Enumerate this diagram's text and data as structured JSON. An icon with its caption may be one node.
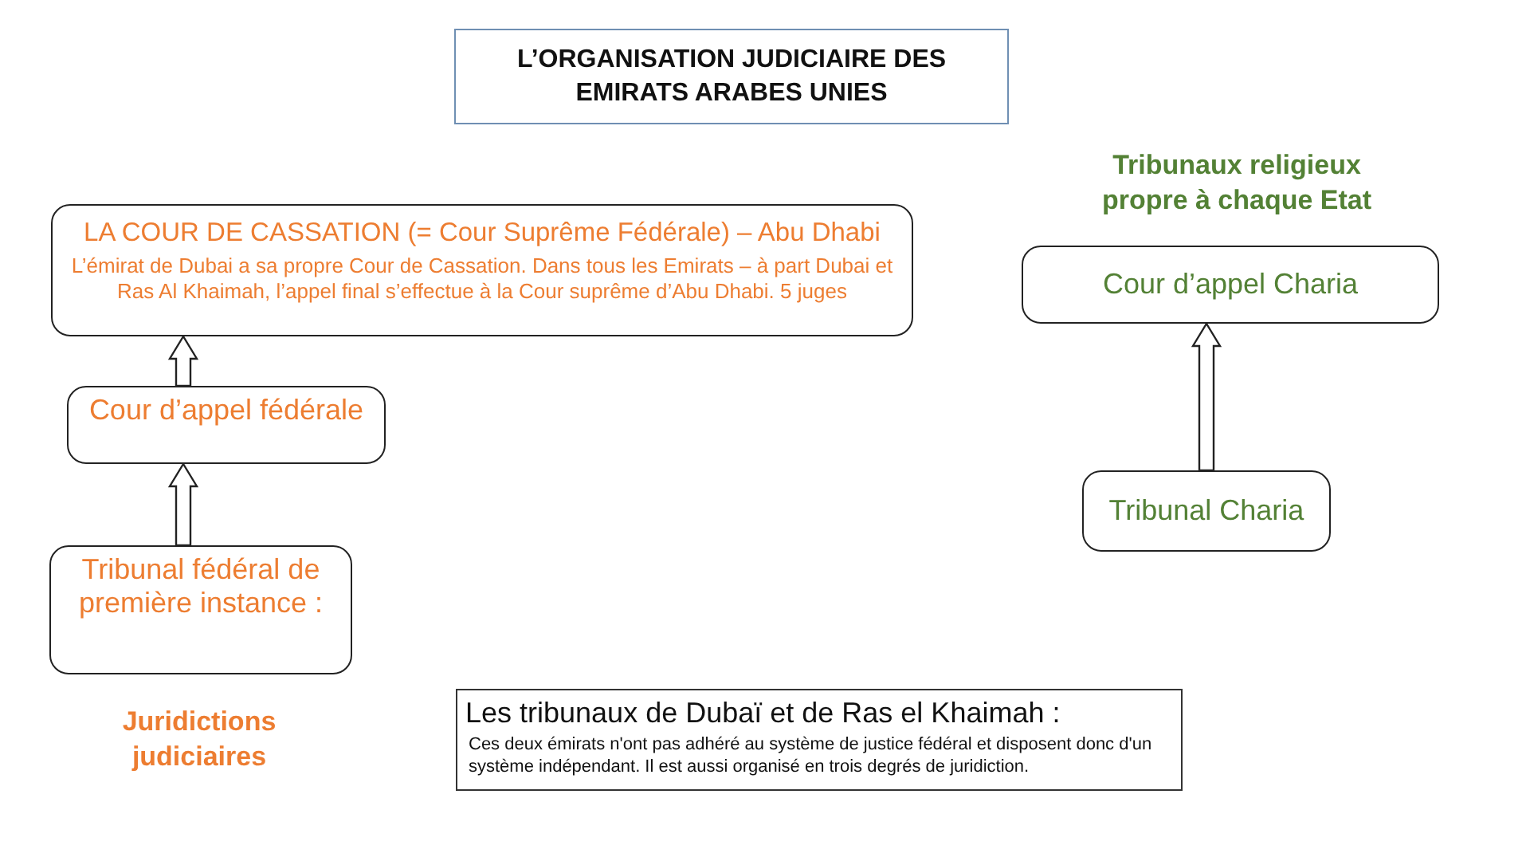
{
  "diagram": {
    "title": "L’ORGANISATION JUDICIAIRE DES EMIRATS ARABES UNIES",
    "nodes": [
      {
        "text": [
          "LA COUR DE CASSATION (= Cour Suprême Fédérale) – Abu Dhabi",
          "L’émirat de Dubai a sa propre Cour de Cassation. Dans tous les Emirats – à part Dubai et Ras Al Khaimah, l’appel final s’effectue à la Cour suprême d’Abu Dhabi. 5 juges"
        ]
      },
      {
        "text": [
          "Cour d’appel fédérale"
        ]
      },
      {
        "text": [
          "Tribunal fédéral de première instance :"
        ]
      },
      {
        "text": [
          "Cour d’appel Charia"
        ]
      },
      {
        "text": [
          "Tribunal Charia"
        ]
      },
      {
        "text": [
          "Les tribunaux de Dubaï et de Ras el Khaimah :",
          "Ces deux émirats n'ont pas adhéré au système de justice fédéral et disposent donc d'un système indépendant. Il est aussi organisé en trois degrés de juridiction."
        ]
      }
    ],
    "edges": [
      {
        "from": 1,
        "to": 0,
        "arrow": "to"
      },
      {
        "from": 2,
        "to": 1,
        "arrow": "to"
      },
      {
        "from": 4,
        "to": 3,
        "arrow": "to"
      }
    ],
    "labels": [
      "Tribunaux religieux propre à chaque Etat",
      "Juridictions judiciaires"
    ]
  }
}
